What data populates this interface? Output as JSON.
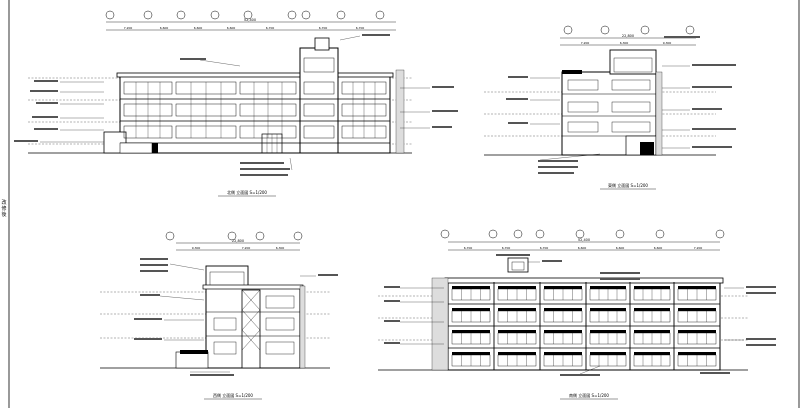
{
  "sheet": {
    "margin_label": "改修後"
  },
  "views": [
    {
      "id": "north",
      "caption": "北側 立面図 S=1/200",
      "overall_dim": "52,400",
      "spans": [
        "7,200",
        "6,600",
        "6,600",
        "6,600",
        "6,700",
        "6,700",
        "6,700"
      ]
    },
    {
      "id": "east",
      "caption": "東側 立面図 S=1/200",
      "overall_dim": "22,800",
      "spans": [
        "7,200",
        "6,300",
        "9,300"
      ]
    },
    {
      "id": "west",
      "caption": "西側 立面図 S=1/200",
      "overall_dim": "22,800",
      "spans": [
        "9,300",
        "7,200",
        "6,300"
      ]
    },
    {
      "id": "south",
      "caption": "南側 立面図 S=1/200",
      "overall_dim": "52,400",
      "spans": [
        "6,700",
        "6,700",
        "6,700",
        "6,600",
        "6,600",
        "6,600",
        "7,200"
      ]
    }
  ]
}
